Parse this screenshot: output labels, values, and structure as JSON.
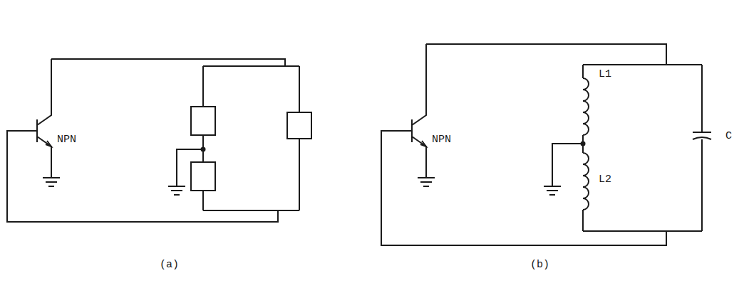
{
  "diagram": {
    "labels": [
      "NPN",
      "(a)",
      "NPN",
      "L1",
      "L2",
      "C",
      "(b)"
    ]
  }
}
